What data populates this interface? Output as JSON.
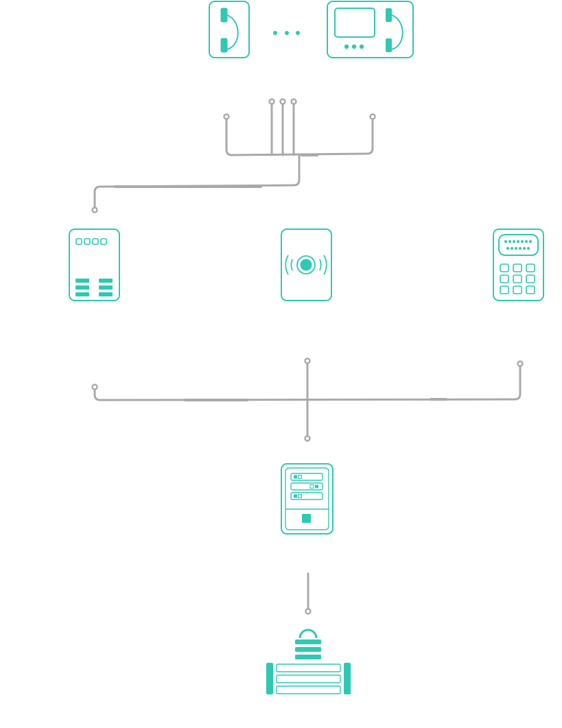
{
  "colors": {
    "accent": "#2ec9b2",
    "line": "#a9a9ad",
    "background": "#ffffff"
  },
  "devices": [
    {
      "id": "handset-phone",
      "icon": "handset-phone-icon"
    },
    {
      "id": "ellipsis",
      "icon": "ellipsis-icon"
    },
    {
      "id": "video-intercom",
      "icon": "video-intercom-icon"
    },
    {
      "id": "control-panel",
      "icon": "control-panel-icon"
    },
    {
      "id": "rfid-reader",
      "icon": "rfid-reader-icon"
    },
    {
      "id": "keypad",
      "icon": "keypad-icon"
    },
    {
      "id": "server-controller",
      "icon": "server-controller-icon"
    },
    {
      "id": "door-lock",
      "icon": "door-lock-icon"
    }
  ]
}
